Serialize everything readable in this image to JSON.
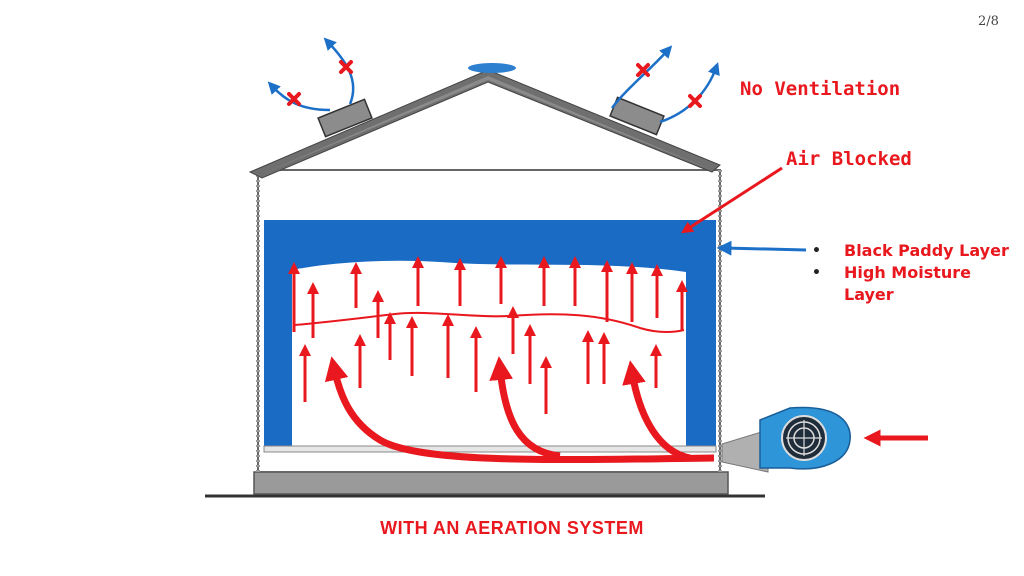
{
  "page_number": "2/8",
  "labels": {
    "no_ventilation": "No Ventilation",
    "air_blocked": "Air Blocked"
  },
  "legend_items": [
    {
      "text": "Black Paddy Layer"
    },
    {
      "text": "High Moisture Layer"
    }
  ],
  "caption": "WITH AN AERATION SYSTEM",
  "colors": {
    "arrow_red": "#e8181e",
    "moisture_blue": "#1a6bc4",
    "vent_blue": "#1c70c8",
    "roof_gray": "#7b7b7b",
    "fan_blue": "#2e96d8"
  }
}
